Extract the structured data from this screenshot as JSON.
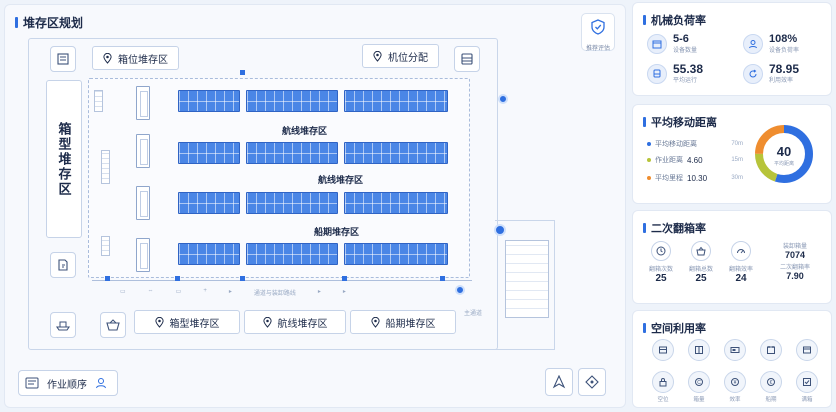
{
  "map": {
    "title": "堆存区规划",
    "corner_button": {
      "label": "推荐评估",
      "icon": "shield-icon"
    },
    "top_tags": {
      "box_zone": "箱位堆存区",
      "berth_alloc": "机位分配"
    },
    "vertical_zone": "箱型堆存区",
    "row_labels": [
      "航线堆存区",
      "航线堆存区",
      "船期堆存区"
    ],
    "hint": "通道与装卸路线",
    "gate_label": "主通道",
    "bottom_tags": [
      "箱型堆存区",
      "航线堆存区",
      "船期堆存区"
    ],
    "work_order": "作业顺序"
  },
  "stats": {
    "load": {
      "title": "机械负荷率",
      "items": [
        {
          "value": "5-6",
          "label": "设备数量",
          "icon": "calendar-icon"
        },
        {
          "value": "108%",
          "label": "设备负荷率",
          "icon": "person-icon"
        },
        {
          "value": "55.38",
          "label": "平均运行",
          "icon": "bus-icon"
        },
        {
          "value": "78.95",
          "label": "利用效率",
          "icon": "refresh-icon"
        }
      ]
    },
    "distance": {
      "title": "平均移动距离",
      "items": [
        {
          "label": "平均移动距离",
          "value": "",
          "unit": "70m",
          "color": "#2f6fe0"
        },
        {
          "label": "作业距离",
          "value": "4.60",
          "unit": "15m",
          "color": "#b7c43a"
        },
        {
          "label": "平均里程",
          "value": "10.30",
          "unit": "30m",
          "color": "#ef8d2f"
        }
      ],
      "donut": {
        "center": "40",
        "sub": "平均距离",
        "segments": [
          0.55,
          0.2,
          0.25
        ]
      }
    },
    "flip": {
      "title": "二次翻箱率",
      "items": [
        {
          "label": "翻箱次数",
          "value": "25",
          "icon": "clock-icon"
        },
        {
          "label": "翻箱总数",
          "value": "25",
          "icon": "basket-icon"
        },
        {
          "label": "翻箱效率",
          "value": "24",
          "icon": "gauge-icon"
        }
      ],
      "right": [
        {
          "label": "装卸箱量",
          "value": "7074"
        },
        {
          "label": "二次翻箱率",
          "value": "7.90"
        }
      ]
    },
    "space": {
      "title": "空间利用率",
      "row1": [
        {
          "label": "",
          "icon": "box-icon"
        },
        {
          "label": "",
          "icon": "grid-icon"
        },
        {
          "label": "",
          "icon": "card-icon"
        },
        {
          "label": "",
          "icon": "calendar-icon"
        },
        {
          "label": "",
          "icon": "window-icon"
        }
      ],
      "row2": [
        {
          "label": "空位",
          "icon": "lock-icon"
        },
        {
          "label": "箱量",
          "icon": "coin-icon"
        },
        {
          "label": "效率",
          "icon": "money-icon"
        },
        {
          "label": "船期",
          "icon": "euro-icon"
        },
        {
          "label": "满箱",
          "icon": "check-icon"
        }
      ]
    }
  }
}
